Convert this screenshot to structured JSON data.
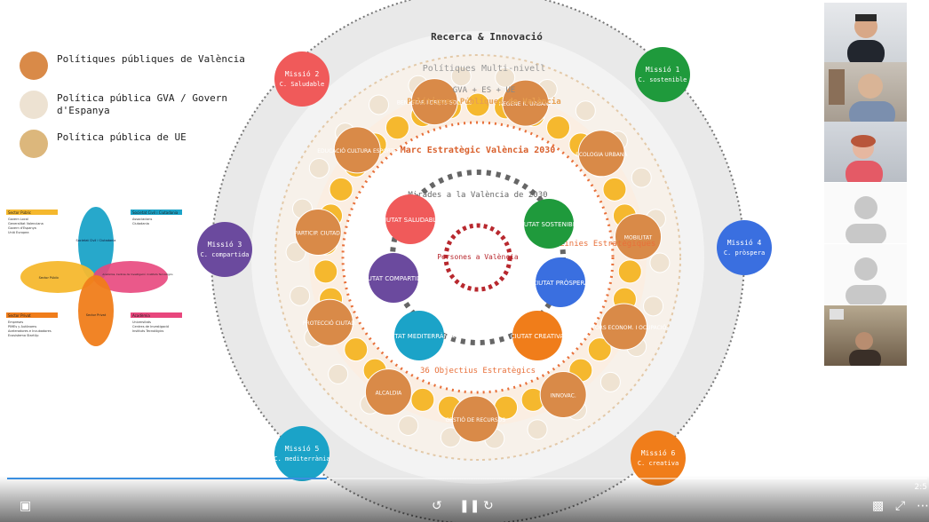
{
  "legend": [
    {
      "label": "Polítiques públiques de València",
      "color": "#d98a48"
    },
    {
      "label": "Política pública GVA / Govern d'Espanya",
      "color": "#ede2d2"
    },
    {
      "label": "Política pública de UE",
      "color": "#dcb77c"
    }
  ],
  "quad": {
    "top_left_title": "Sector Públic",
    "top_left_items": [
      "Govern Local",
      "Generalitat Valenciana",
      "Govern d'Espanya",
      "Unió Europea"
    ],
    "top_right_title": "Societat Civil i Ciutadania",
    "top_right_items": [
      "Associacions",
      "Ciutadania"
    ],
    "bottom_left_title": "Sector Privat",
    "bottom_left_items": [
      "Empreses",
      "PIMEs y Autònoms",
      "Aceleradores e Incubadores",
      "Ecosistema StartUp"
    ],
    "bottom_right_title": "Acadèmia",
    "bottom_right_items": [
      "Universitats",
      "Centres de Investigació",
      "Instituts Tecnològics"
    ],
    "petal_top": "Societat Civil i Ciutadania",
    "petal_left": "Sector Públic",
    "petal_right": "Acadèmia, Centres de Investigació i Instituts Tecnològics",
    "petal_bottom": "Sector Privat"
  },
  "diagram": {
    "ring_title": "Recerca & Innovació",
    "multilevel": "Polítiques Multi-nivell",
    "multilevel_sub": "GVA + ES + UE",
    "public_policies": "Polítiques Públiques de València",
    "marc": "Marc Estratègic València 2030",
    "mirades": "Mirades a la València de 2030",
    "center": "Persones a València",
    "linies": "12 Línies Estratègiques",
    "objectius": "36 Objectius Estratègics",
    "missions": [
      {
        "label": "Missió 2",
        "sub": "C. Saludable",
        "color": "#f05a5a"
      },
      {
        "label": "Missió 1",
        "sub": "C. sostenible",
        "color": "#1f9a3c"
      },
      {
        "label": "Missió 3",
        "sub": "C. compartida",
        "color": "#6b4a9e"
      },
      {
        "label": "Missió 4",
        "sub": "C. pròspera",
        "color": "#3a6fe0"
      },
      {
        "label": "Missió 5",
        "sub": "C. mediterrània",
        "color": "#1ba3c8"
      },
      {
        "label": "Missió 6",
        "sub": "C. creativa",
        "color": "#f07d1a"
      }
    ],
    "cities": [
      {
        "label": "CIUTAT SALUDABLE",
        "color": "#f05a5a"
      },
      {
        "label": "CIUTAT SOSTENIBLE",
        "color": "#1f9a3c"
      },
      {
        "label": "CIUTAT COMPARTIDA",
        "color": "#6b4a9e"
      },
      {
        "label": "CIUTAT PRÒSPERA",
        "color": "#3a6fe0"
      },
      {
        "label": "CIUTAT MEDITERRÀNIA",
        "color": "#1ba3c8"
      },
      {
        "label": "CIUTAT CREATIVA",
        "color": "#f07d1a"
      }
    ],
    "policies": [
      "REGENE R. URBANA",
      "ECOLOGIA URBANA",
      "MOBILITAT",
      "SECTORS ECONOM. I OCUPACIÓ",
      "INNOVAC.",
      "GESTIÓ DE RECURSOS",
      "ALCALDIA",
      "PROTECCIÓ CIUTAD.",
      "PARTICIP. CIUTAD.",
      "EDUCACIÓ CULTURA ESPORTS",
      "BENESTAR I DRETS SOCIALS"
    ]
  },
  "player": {
    "time": "2:5",
    "icons": [
      "captions-icon",
      "rewind-10-icon",
      "pause-icon",
      "forward-30-icon",
      "pip-icon",
      "fullscreen-icon",
      "more-icon"
    ]
  }
}
